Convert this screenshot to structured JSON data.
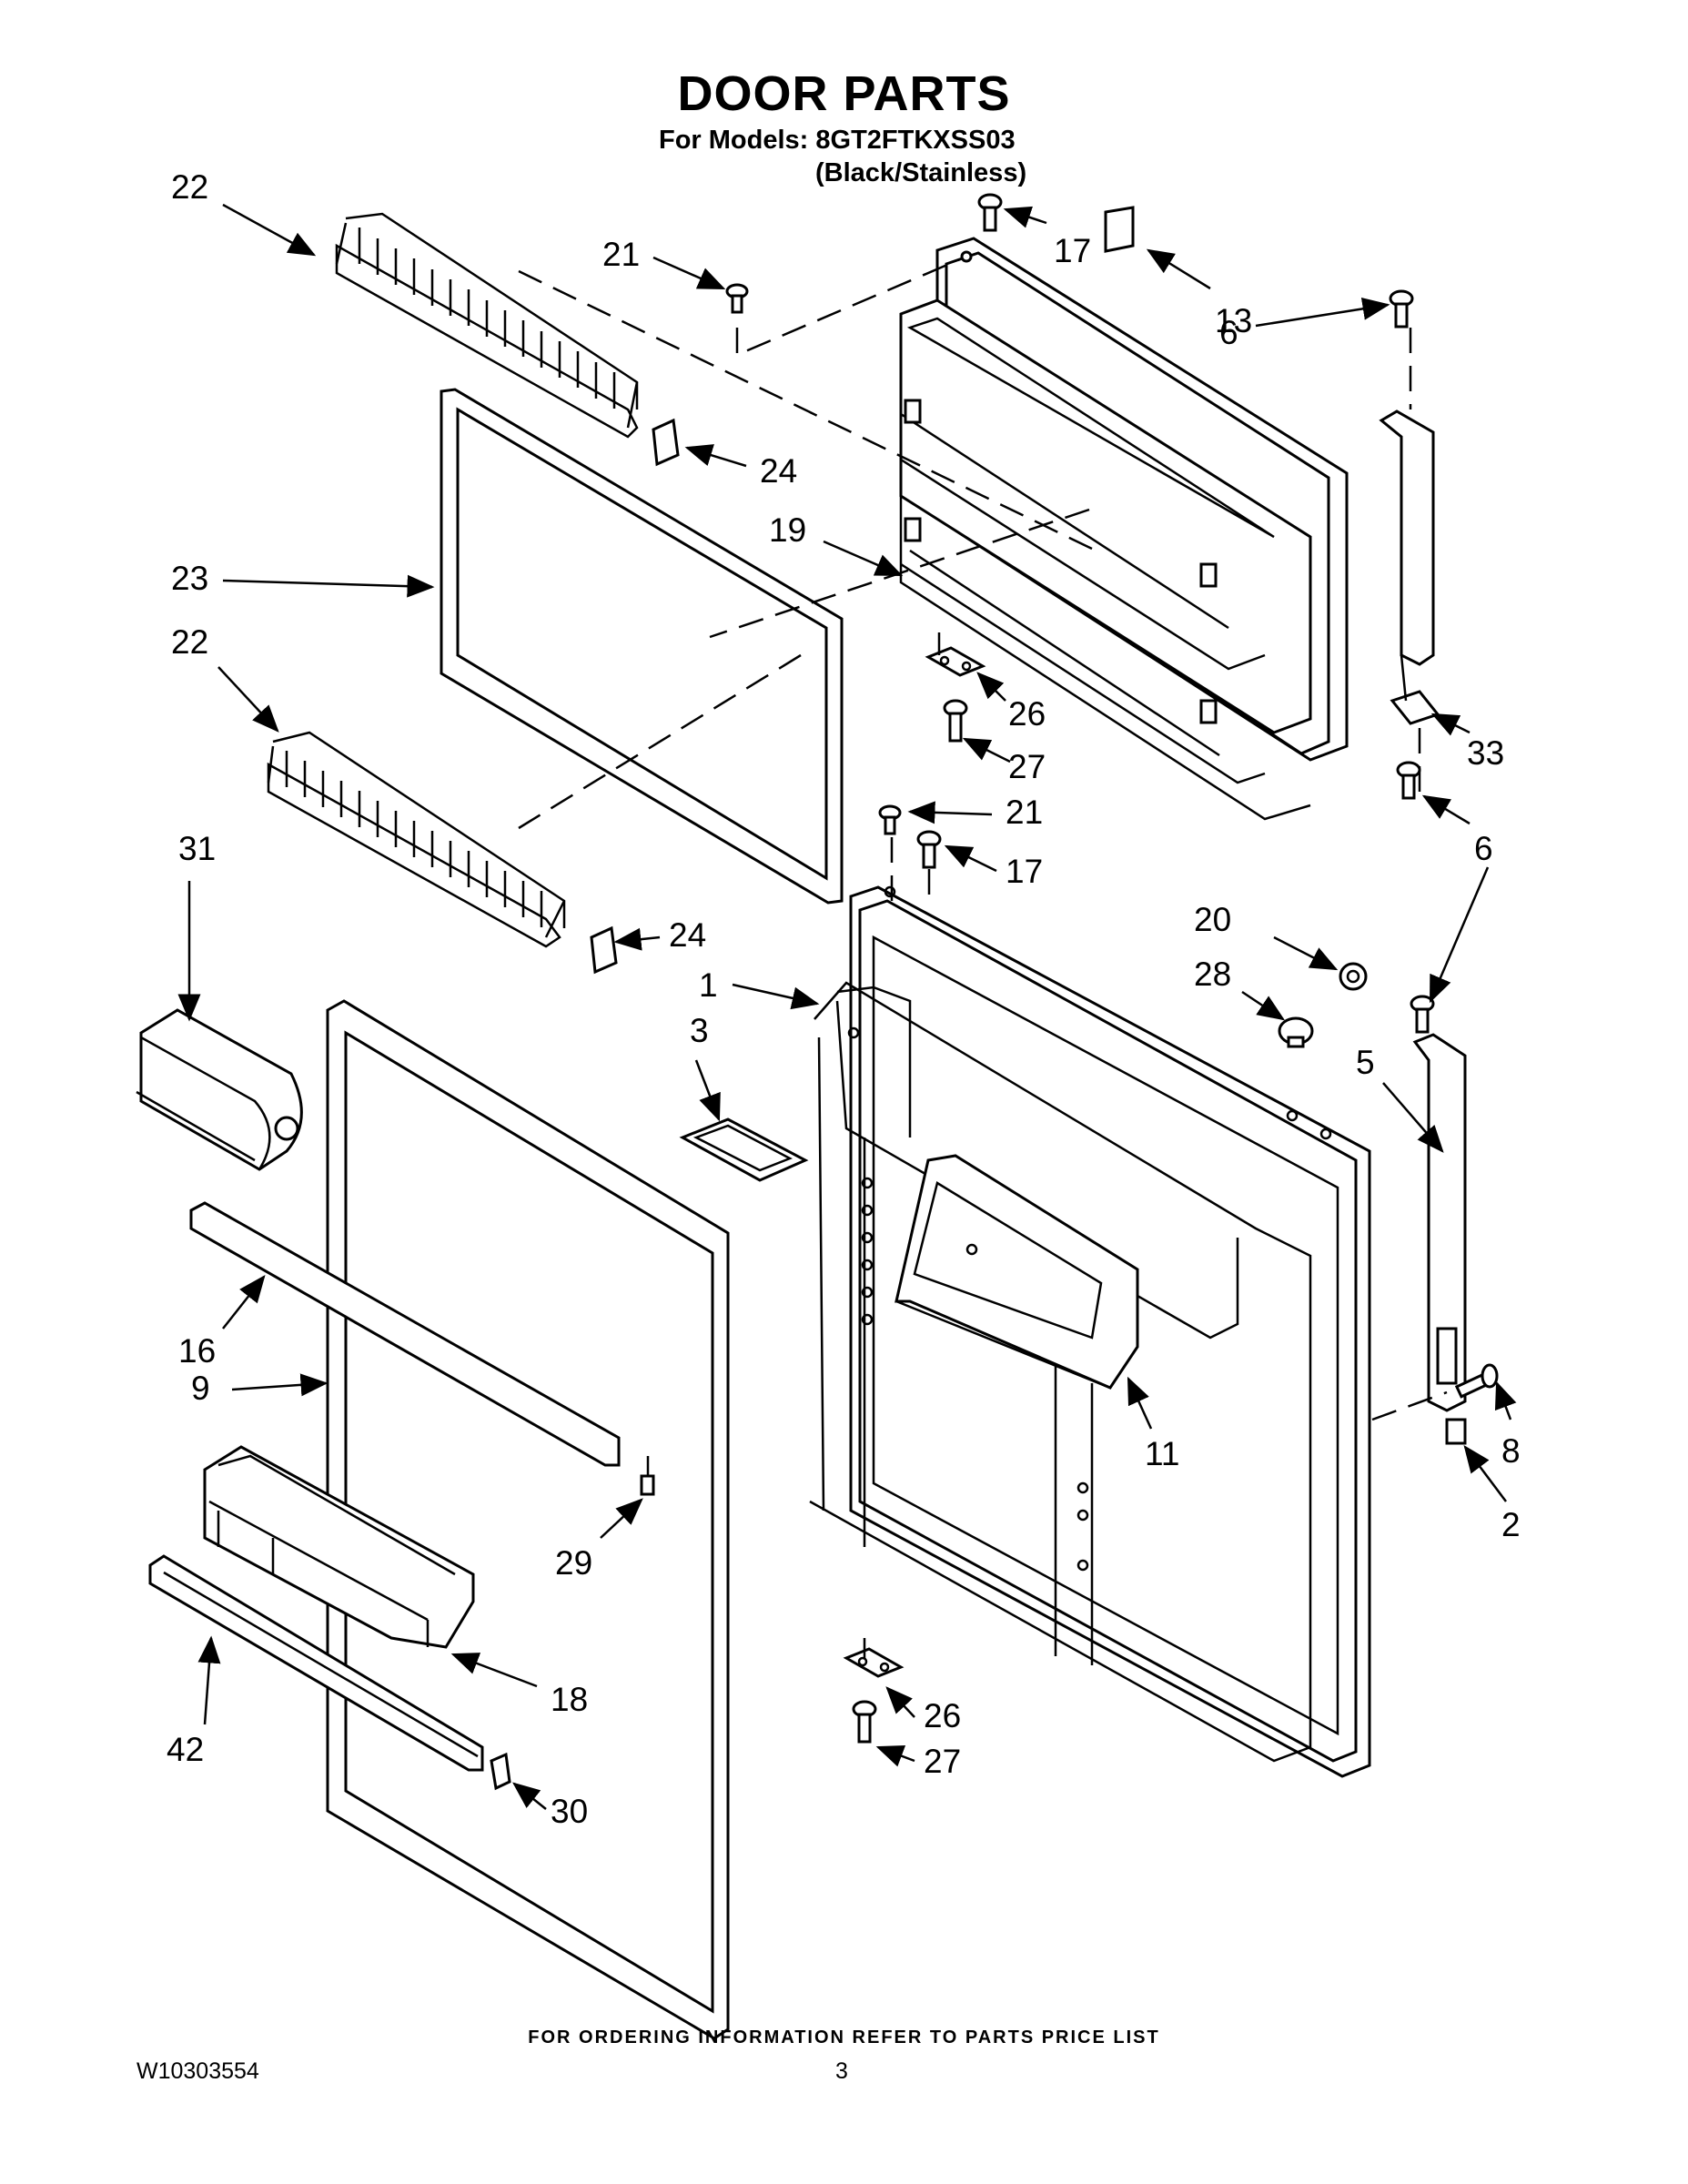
{
  "header": {
    "title": "DOOR PARTS",
    "models": "For Models: 8GT2FTKXSS03",
    "color": "(Black/Stainless)"
  },
  "footer": {
    "ordering_info": "FOR ORDERING INFORMATION REFER TO PARTS PRICE LIST",
    "document_number": "W10303554",
    "page_number": "3"
  },
  "callouts": [
    "22",
    "21",
    "17",
    "13",
    "6",
    "24",
    "19",
    "23",
    "22",
    "26",
    "27",
    "33",
    "21",
    "17",
    "6",
    "31",
    "24",
    "20",
    "28",
    "1",
    "3",
    "5",
    "16",
    "9",
    "11",
    "8",
    "29",
    "2",
    "18",
    "26",
    "27",
    "42",
    "30"
  ]
}
